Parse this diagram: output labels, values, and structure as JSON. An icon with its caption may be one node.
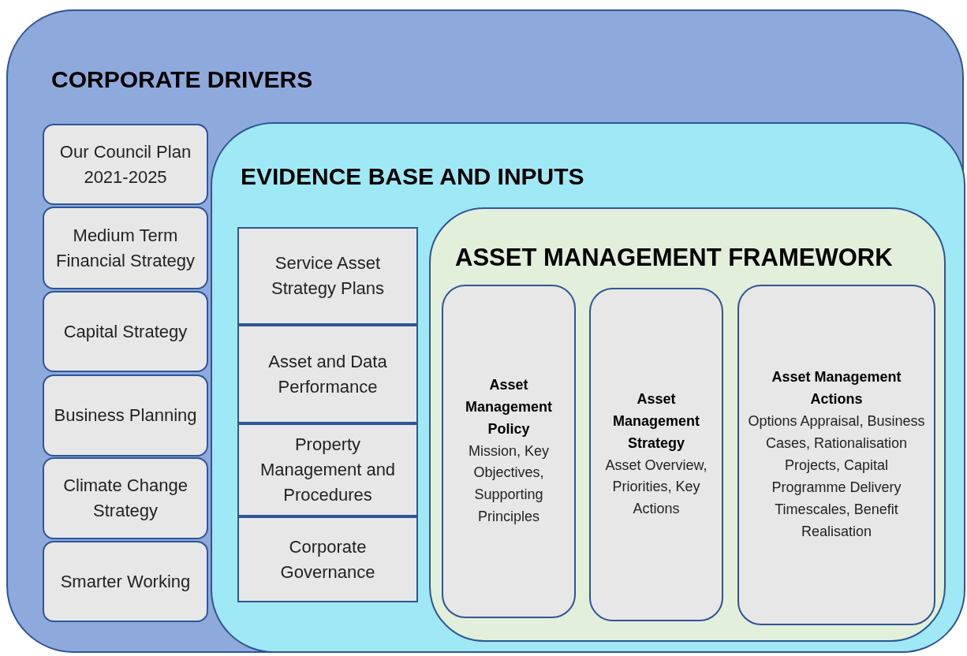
{
  "diagram": {
    "nodes": [
      {
        "text": [
          "CORPORATE DRIVERS"
        ]
      },
      {
        "text": [
          "Our Council Plan 2021-2025"
        ],
        "in": 0
      },
      {
        "text": [
          "Medium Term Financial Strategy"
        ],
        "in": 0
      },
      {
        "text": [
          "Capital Strategy"
        ],
        "in": 0
      },
      {
        "text": [
          "Business Planning"
        ],
        "in": 0
      },
      {
        "text": [
          "Climate Change Strategy"
        ],
        "in": 0
      },
      {
        "text": [
          "Smarter Working"
        ],
        "in": 0
      },
      {
        "text": [
          "EVIDENCE BASE AND INPUTS"
        ],
        "in": 0
      },
      {
        "text": [
          "Service Asset Strategy Plans"
        ],
        "in": 7
      },
      {
        "text": [
          "Asset and Data Performance"
        ],
        "in": 7
      },
      {
        "text": [
          "Property Management and Procedures"
        ],
        "in": 7
      },
      {
        "text": [
          "Corporate Governance"
        ],
        "in": 7
      },
      {
        "text": [
          "ASSET MANAGEMENT FRAMEWORK"
        ],
        "in": 7
      },
      {
        "text": [
          "Asset Management Policy",
          "Mission, Key Objectives, Supporting Principles"
        ],
        "in": 12
      },
      {
        "text": [
          "Asset Management Strategy",
          "Asset Overview, Priorities, Key Actions"
        ],
        "in": 12
      },
      {
        "text": [
          "Asset Management Actions",
          "Options Appraisal, Business Cases, Rationalisation Projects, Capital Programme Delivery Timescales, Benefit Realisation"
        ],
        "in": 12
      }
    ]
  }
}
